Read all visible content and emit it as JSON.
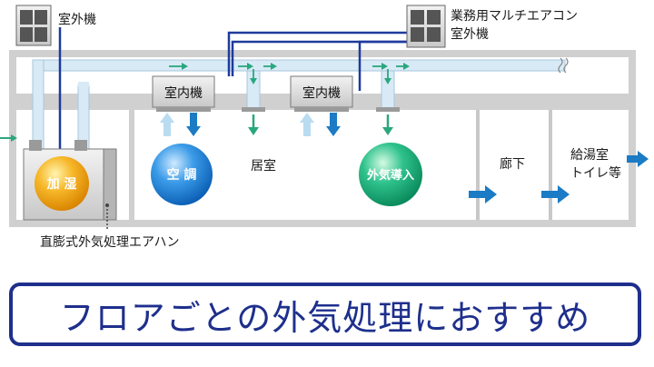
{
  "labels": {
    "outdoor_unit_top": "室外機",
    "multi_ac_line1": "業務用マルチエアコン",
    "multi_ac_line2": "室外機",
    "indoor_unit_1": "室内機",
    "indoor_unit_2": "室内機",
    "humidify": "加 湿",
    "air_conditioning": "空 調",
    "living_room": "居室",
    "fresh_air": "外気導入",
    "corridor": "廊下",
    "kitchen_line1": "給湯室",
    "kitchen_line2": "トイレ等",
    "ahu": "直膨式外気処理エアハン"
  },
  "banner": {
    "text": "フロアごとの外気処理におすすめ"
  },
  "colors": {
    "duct": "#d7eaf5",
    "duct_stroke": "#a9c7dc",
    "refrigerant_line": "#1e3b9c",
    "arrow_blue": "#1b7bc4",
    "arrow_green": "#2aa77f",
    "arrow_light": "#b9dcf0",
    "banner_navy": "#1e2f8c",
    "sphere_orange": "#f3a01a",
    "sphere_blue": "#1e7fd6",
    "sphere_green": "#1fae7a"
  }
}
